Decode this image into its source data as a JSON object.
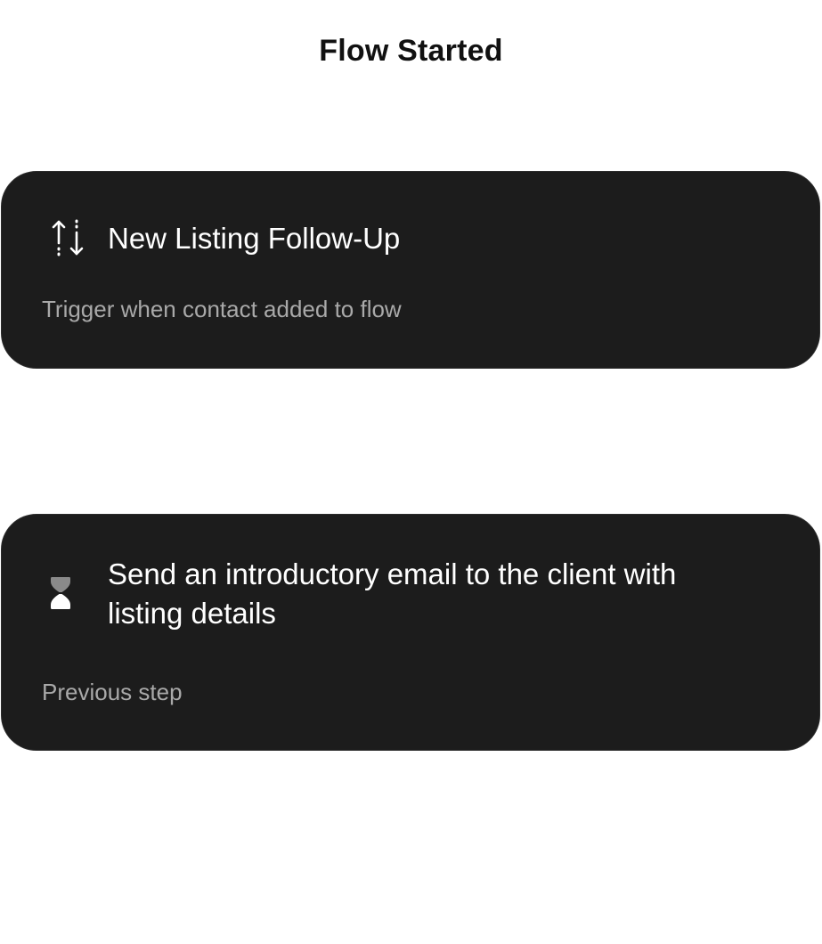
{
  "header": {
    "title": "Flow Started"
  },
  "trigger_card": {
    "icon": "arrows-up-down-icon",
    "title": "New Listing Follow-Up",
    "subtitle": "Trigger when contact added to flow"
  },
  "step_card": {
    "icon": "hourglass-icon",
    "title": "Send an introductory email to the client with listing details",
    "subtitle": "Previous step"
  },
  "colors": {
    "card_background": "#1c1c1c",
    "title_text": "#111111",
    "subtitle_text": "#a9a9a9"
  }
}
